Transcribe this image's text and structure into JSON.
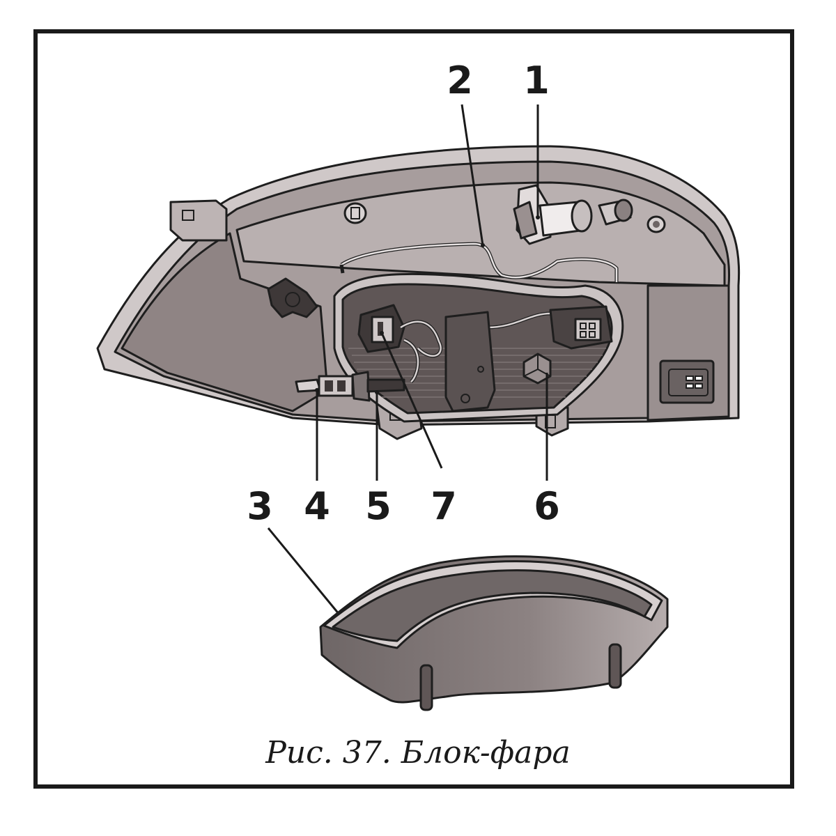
{
  "figure": {
    "caption": "Рис. 37. Блок-фара",
    "callouts": [
      {
        "id": "1",
        "label": "1"
      },
      {
        "id": "2",
        "label": "2"
      },
      {
        "id": "3",
        "label": "3"
      },
      {
        "id": "4",
        "label": "4"
      },
      {
        "id": "5",
        "label": "5"
      },
      {
        "id": "6",
        "label": "6"
      },
      {
        "id": "7",
        "label": "7"
      }
    ]
  },
  "colors": {
    "housing_dark": "#8f8484",
    "housing_mid": "#a79d9d",
    "housing_light": "#cfc8c8",
    "cavity": "#5f5656",
    "outline": "#1e1e1e"
  }
}
